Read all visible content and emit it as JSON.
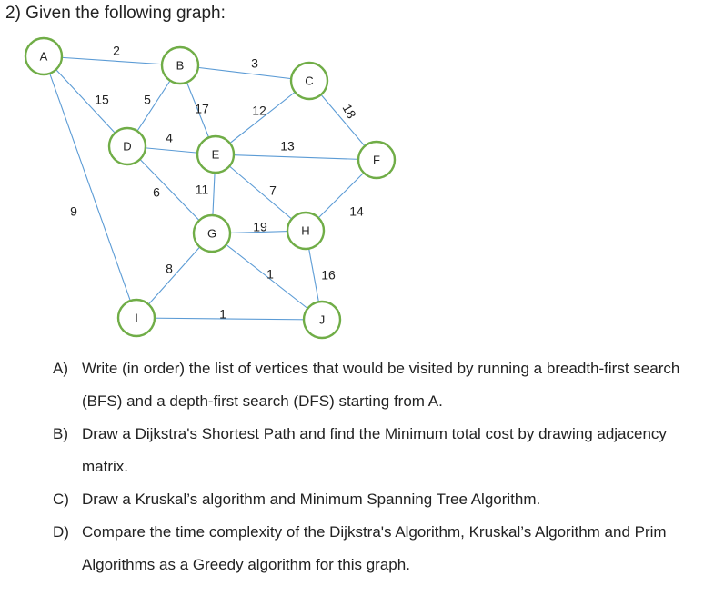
{
  "heading": "2) Given the following graph:",
  "graph": {
    "nodes": [
      {
        "id": "A",
        "label": "A"
      },
      {
        "id": "B",
        "label": "B"
      },
      {
        "id": "C",
        "label": "C"
      },
      {
        "id": "D",
        "label": "D"
      },
      {
        "id": "E",
        "label": "E"
      },
      {
        "id": "F",
        "label": "F"
      },
      {
        "id": "G",
        "label": "G"
      },
      {
        "id": "H",
        "label": "H"
      },
      {
        "id": "I",
        "label": "I"
      },
      {
        "id": "J",
        "label": "J"
      }
    ],
    "edges": [
      {
        "from": "A",
        "to": "B",
        "weight": "2"
      },
      {
        "from": "A",
        "to": "D",
        "weight": "15"
      },
      {
        "from": "A",
        "to": "I",
        "weight": "9"
      },
      {
        "from": "B",
        "to": "C",
        "weight": "3"
      },
      {
        "from": "B",
        "to": "D",
        "weight": "5"
      },
      {
        "from": "B",
        "to": "E",
        "weight": "17"
      },
      {
        "from": "C",
        "to": "E",
        "weight": "12"
      },
      {
        "from": "C",
        "to": "F",
        "weight": "18"
      },
      {
        "from": "D",
        "to": "E",
        "weight": "4"
      },
      {
        "from": "D",
        "to": "G",
        "weight": "6"
      },
      {
        "from": "E",
        "to": "F",
        "weight": "13"
      },
      {
        "from": "E",
        "to": "G",
        "weight": "11"
      },
      {
        "from": "E",
        "to": "H",
        "weight": "7"
      },
      {
        "from": "F",
        "to": "H",
        "weight": "14"
      },
      {
        "from": "G",
        "to": "H",
        "weight": "19"
      },
      {
        "from": "G",
        "to": "I",
        "weight": "8"
      },
      {
        "from": "G",
        "to": "J",
        "weight": "1"
      },
      {
        "from": "H",
        "to": "J",
        "weight": "16"
      },
      {
        "from": "I",
        "to": "J",
        "weight": "1"
      }
    ]
  },
  "questions": [
    {
      "letter": "A)",
      "text": "Write (in order) the list of vertices that would be visited by running a breadth-first search (BFS) and a depth-first search (DFS) starting from A."
    },
    {
      "letter": "B)",
      "text": "Draw a Dijkstra's Shortest Path and find the Minimum total cost by drawing adjacency matrix."
    },
    {
      "letter": "C)",
      "text": "Draw a Kruskal’s algorithm and Minimum Spanning Tree Algorithm."
    },
    {
      "letter": "D)",
      "text": "Compare the time complexity of the Dijkstra's Algorithm, Kruskal’s Algorithm and Prim Algorithms as a Greedy algorithm for this graph."
    }
  ]
}
